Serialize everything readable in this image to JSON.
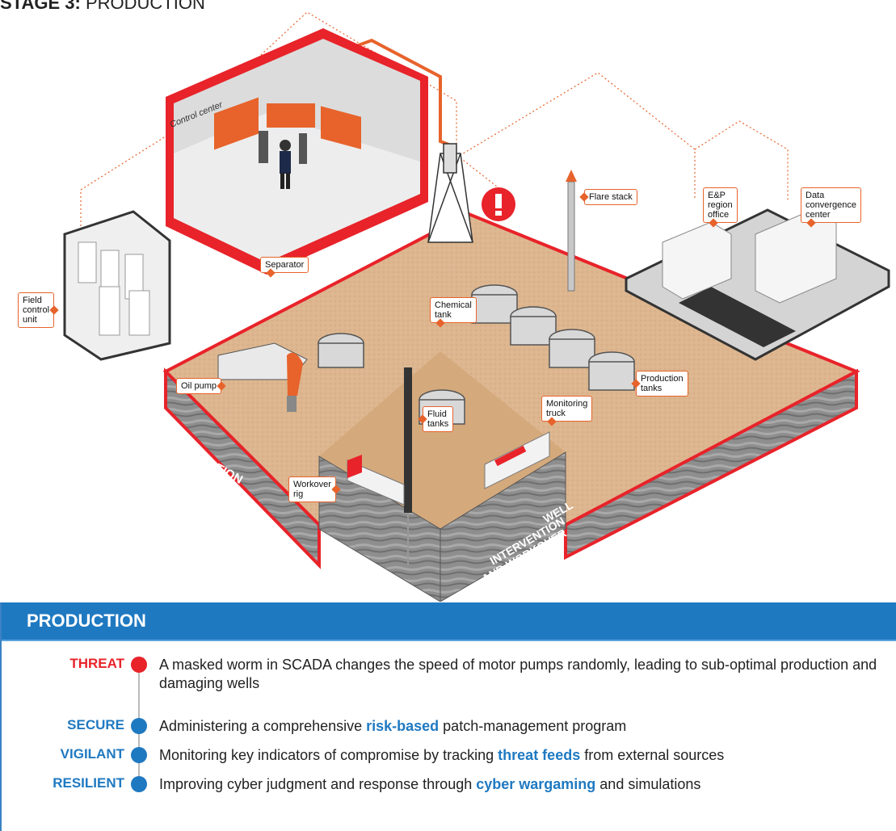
{
  "header": {
    "stage_bold": "STAGE 3:",
    "stage_rest": " PRODUCTION"
  },
  "scene": {
    "control_center": "Control center",
    "callouts": {
      "field_control_unit": "Field\ncontrol\nunit",
      "separator": "Separator",
      "chemical_tank": "Chemical\ntank",
      "oil_pump": "Oil pump",
      "fluid_tanks": "Fluid\ntanks",
      "monitoring_truck": "Monitoring\ntruck",
      "workover_rig": "Workover\nrig",
      "flare_stack": "Flare stack",
      "production_tanks": "Production\ntanks",
      "ep_region_office": "E&P\nregion\noffice",
      "data_convergence_center": "Data\nconvergence\ncenter"
    },
    "areas": {
      "production_operation": "Production\nOperation",
      "well_intervention": "Well\nIntervention\nand Workover"
    }
  },
  "colors": {
    "threat": "#e8232a",
    "secure": "#1f79c1",
    "vigilant": "#1f79c1",
    "resilient": "#1f79c1",
    "accent_orange": "#e7632b",
    "panel_header": "#1f79c1",
    "sand": "#dcb48c"
  },
  "panel": {
    "title": "PRODUCTION",
    "rows": [
      {
        "label": "THREAT",
        "text_a": "A masked worm in SCADA changes the speed of motor pumps randomly, leading to sub-optimal production and damaging wells",
        "highlight": "",
        "text_b": ""
      },
      {
        "label": "SECURE",
        "text_a": "Administering a comprehensive ",
        "highlight": "risk-based",
        "text_b": " patch-management program"
      },
      {
        "label": "VIGILANT",
        "text_a": "Monitoring key indicators of compromise by tracking ",
        "highlight": "threat feeds",
        "text_b": " from external sources"
      },
      {
        "label": "RESILIENT",
        "text_a": "Improving cyber judgment and response through ",
        "highlight": "cyber wargaming",
        "text_b": " and simulations"
      }
    ]
  }
}
